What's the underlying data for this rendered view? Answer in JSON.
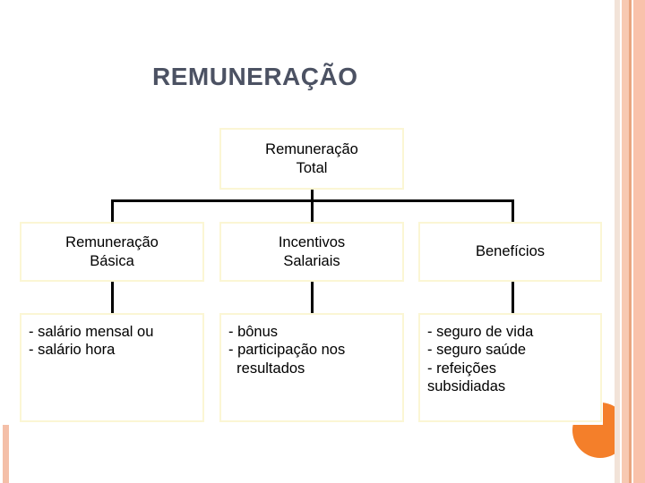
{
  "slide": {
    "title": "REMUNERAÇÃO",
    "title_color": "#4c5263",
    "background_color": "#ffffff",
    "box_border_color": "#fbf6d4",
    "connector_color": "#000000",
    "accent_circle_color": "#f47f2a",
    "edge_stripe_colors": [
      "#f4bfa8",
      "#f2e3d8",
      "#f7c9b2",
      "#e8a57f",
      "#f9c2ab"
    ]
  },
  "chart_data": {
    "type": "diagram",
    "diagram_type": "organization-hierarchy",
    "title": "REMUNERAÇÃO",
    "root": {
      "id": "remuneracao-total",
      "label_lines": [
        "Remuneração",
        "Total"
      ],
      "label": "Remuneração Total"
    },
    "branches": [
      {
        "id": "remuneracao-basica",
        "label_lines": [
          "Remuneração",
          "Básica"
        ],
        "label": "Remuneração Básica",
        "items": [
          "- salário mensal ou",
          "- salário hora"
        ],
        "item_lines": [
          "- salário mensal ou",
          "- salário hora"
        ]
      },
      {
        "id": "incentivos-salariais",
        "label_lines": [
          "Incentivos",
          "Salariais"
        ],
        "label": "Incentivos Salariais",
        "items": [
          "- bônus",
          "- participação nos resultados"
        ],
        "item_lines": [
          "- bônus",
          "- participação nos",
          "  resultados"
        ]
      },
      {
        "id": "beneficios",
        "label_lines": [
          "Benefícios"
        ],
        "label": "Benefícios",
        "items": [
          "- seguro de vida",
          "- seguro saúde",
          "- refeições subsidiadas"
        ],
        "item_lines": [
          "- seguro de vida",
          "- seguro saúde",
          "- refeições",
          "subsidiadas"
        ]
      }
    ]
  }
}
